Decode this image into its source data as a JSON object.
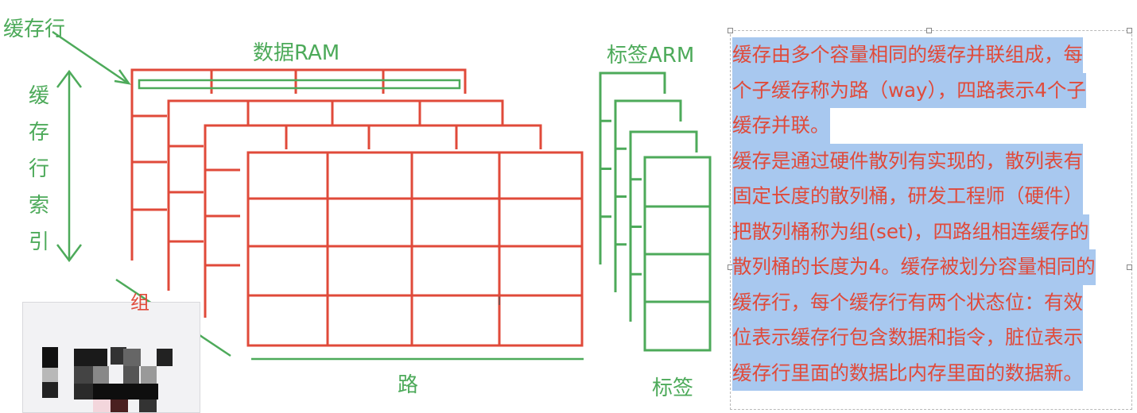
{
  "labels": {
    "cache_line": "缓存行",
    "data_ram": "数据RAM",
    "tag_arm": "标签ARM",
    "cache_line_index": [
      "缓",
      "存",
      "行",
      "索",
      "引"
    ],
    "set": "组",
    "way": "路",
    "tag": "标签"
  },
  "colors": {
    "green": "#4daa5a",
    "red": "#e04a3a",
    "highlight": "#a8c8ef"
  },
  "text_box": {
    "paragraphs": [
      [
        "缓存由多个容量相同的缓存并联组成，每",
        "个子缓存称为路（way），四路表示4个子",
        "缓存并联。"
      ],
      [
        "缓存是通过硬件散列有实现的，散列表有",
        "固定长度的散列桶，研发工程师（硬件）",
        "把散列桶称为组(set)，四路组相连缓存的",
        "散列桶的长度为4。缓存被划分容量相同的",
        "缓存行，每个缓存行有两个状态位：有效",
        "位表示缓存行包含数据和指令，脏位表示",
        "缓存行里面的数据比内存里面的数据新。"
      ]
    ]
  },
  "icons": {
    "cursor": "text-cursor-icon",
    "preview": "pixelated-thumbnail"
  }
}
